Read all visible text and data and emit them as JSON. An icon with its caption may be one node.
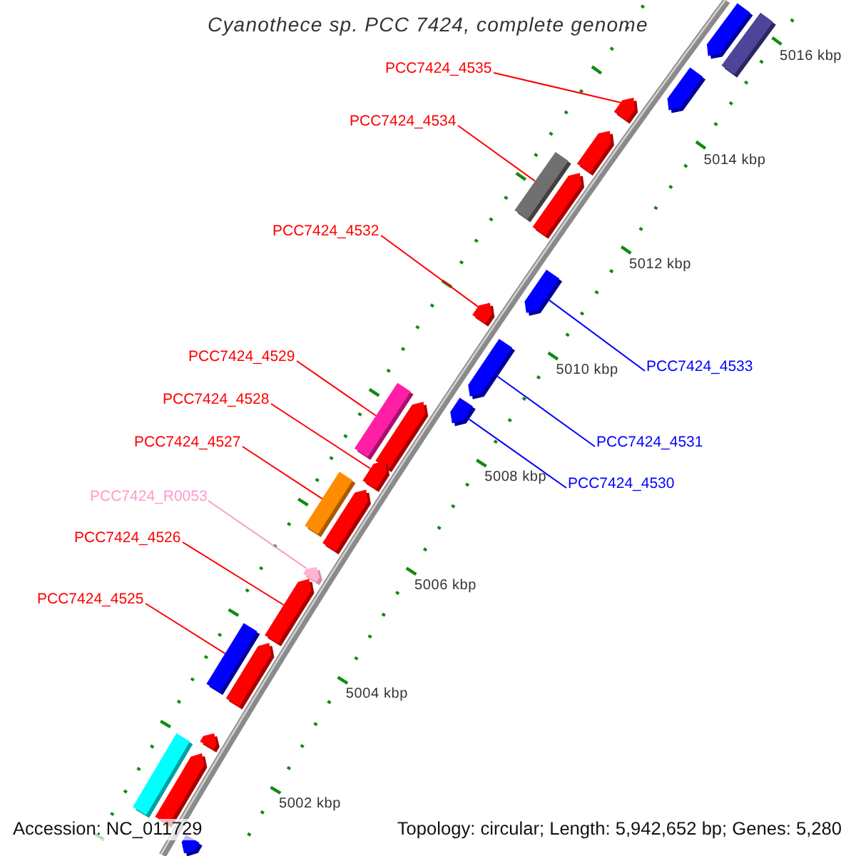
{
  "diagram": {
    "title": "Cyanothece sp. PCC 7424, complete genome",
    "nodes": [
      {
        "text": [
          "PCC7424_4535"
        ]
      },
      {
        "text": [
          "PCC7424_4534"
        ]
      },
      {
        "text": [
          "PCC7424_4532"
        ]
      },
      {
        "text": [
          "PCC7424_4529"
        ]
      },
      {
        "text": [
          "PCC7424_4533"
        ]
      },
      {
        "text": [
          "PCC7424_4528"
        ]
      },
      {
        "text": [
          "PCC7424_4527"
        ]
      },
      {
        "text": [
          "PCC7424_4531"
        ]
      },
      {
        "text": [
          "PCC7424_4530"
        ]
      },
      {
        "text": [
          "PCC7424_R0053"
        ]
      },
      {
        "text": [
          "PCC7424_4526"
        ]
      },
      {
        "text": [
          "PCC7424_4525"
        ]
      },
      {
        "text": [],
        "shape": "pentagon"
      },
      {
        "text": [],
        "shape": "bar"
      },
      {
        "text": [],
        "shape": "pentagon"
      },
      {
        "text": [],
        "shape": "pentagon"
      },
      {
        "text": [],
        "shape": "pentagon"
      },
      {
        "text": [],
        "shape": "bar"
      },
      {
        "text": [],
        "shape": "pentagon"
      },
      {
        "text": [],
        "shape": "pentagon"
      },
      {
        "text": [],
        "shape": "pentagon"
      },
      {
        "text": [],
        "shape": "pentagon"
      },
      {
        "text": [],
        "shape": "pentagon"
      },
      {
        "text": [],
        "shape": "bar"
      },
      {
        "text": [],
        "shape": "pentagon"
      },
      {
        "text": [],
        "shape": "pentagon"
      },
      {
        "text": [],
        "shape": "bar"
      },
      {
        "text": [],
        "shape": "pentagon"
      },
      {
        "text": [],
        "shape": "pentagon"
      },
      {
        "text": [],
        "shape": "pentagon"
      },
      {
        "text": [],
        "shape": "bar"
      },
      {
        "text": [],
        "shape": "pentagon"
      },
      {
        "text": [],
        "shape": "pentagon"
      },
      {
        "text": [],
        "shape": "bar"
      },
      {
        "text": [],
        "shape": "pentagon"
      },
      {
        "text": [],
        "shape": "pentagon"
      }
    ],
    "edges": [
      {
        "from": 0,
        "to": 15,
        "arrow": "none"
      },
      {
        "from": 1,
        "to": 17,
        "arrow": "none"
      },
      {
        "from": 2,
        "to": 20,
        "arrow": "none"
      },
      {
        "from": 3,
        "to": 23,
        "arrow": "none"
      },
      {
        "from": 4,
        "to": 19,
        "arrow": "none",
        "color": "#0000ff"
      },
      {
        "from": 5,
        "to": 25,
        "arrow": "none"
      },
      {
        "from": 6,
        "to": 26,
        "arrow": "none"
      },
      {
        "from": 7,
        "to": 21,
        "arrow": "none",
        "color": "#0000ff"
      },
      {
        "from": 8,
        "to": 22,
        "arrow": "none",
        "color": "#0000ff"
      },
      {
        "from": 9,
        "to": 28,
        "arrow": "none",
        "color": "#ff99cc"
      },
      {
        "from": 10,
        "to": 29,
        "arrow": "none"
      },
      {
        "from": 11,
        "to": 30,
        "arrow": "none"
      }
    ],
    "labels": [
      "5016 kbp",
      "5014 kbp",
      "5012 kbp",
      "5010 kbp",
      "5008 kbp",
      "5006 kbp",
      "5004 kbp",
      "5002 kbp",
      "Accession: NC_011729",
      "Topology: circular; Length: 5,942,652 bp; Genes: 5,280"
    ]
  }
}
